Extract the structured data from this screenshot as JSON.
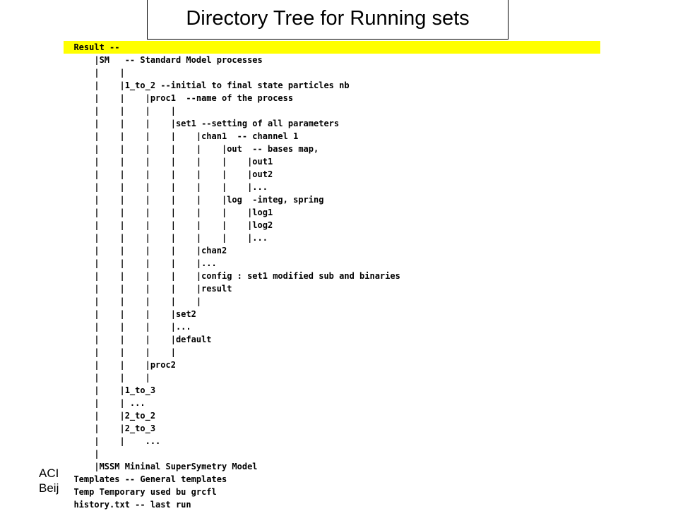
{
  "title": "Directory Tree for Running sets",
  "footer": {
    "line1": "ACI",
    "line2": "Beij"
  },
  "tree": {
    "lines": [
      "  Result --",
      "      |SM   -- Standard Model processes",
      "      |    |",
      "      |    |1_to_2 --initial to final state particles nb",
      "      |    |    |proc1  --name of the process",
      "      |    |    |    |",
      "      |    |    |    |set1 --setting of all parameters",
      "      |    |    |    |    |chan1  -- channel 1",
      "      |    |    |    |    |    |out  -- bases map,",
      "      |    |    |    |    |    |    |out1",
      "      |    |    |    |    |    |    |out2",
      "      |    |    |    |    |    |    |...",
      "      |    |    |    |    |    |log  -integ, spring",
      "      |    |    |    |    |    |    |log1",
      "      |    |    |    |    |    |    |log2",
      "      |    |    |    |    |    |    |...",
      "      |    |    |    |    |chan2",
      "      |    |    |    |    |...",
      "      |    |    |    |    |config : set1 modified sub and binaries",
      "      |    |    |    |    |result",
      "      |    |    |    |    |",
      "      |    |    |    |set2",
      "      |    |    |    |...",
      "      |    |    |    |default",
      "      |    |    |    |",
      "      |    |    |proc2",
      "      |    |    |",
      "      |    |1_to_3",
      "      |    | ...",
      "      |    |2_to_2",
      "      |    |2_to_3",
      "      |    |    ...",
      "      |",
      "      |MSSM Mininal SuperSymetry Model",
      "  Templates -- General templates",
      "  Temp Temporary used bu grcfl",
      "  history.txt -- last run"
    ]
  }
}
